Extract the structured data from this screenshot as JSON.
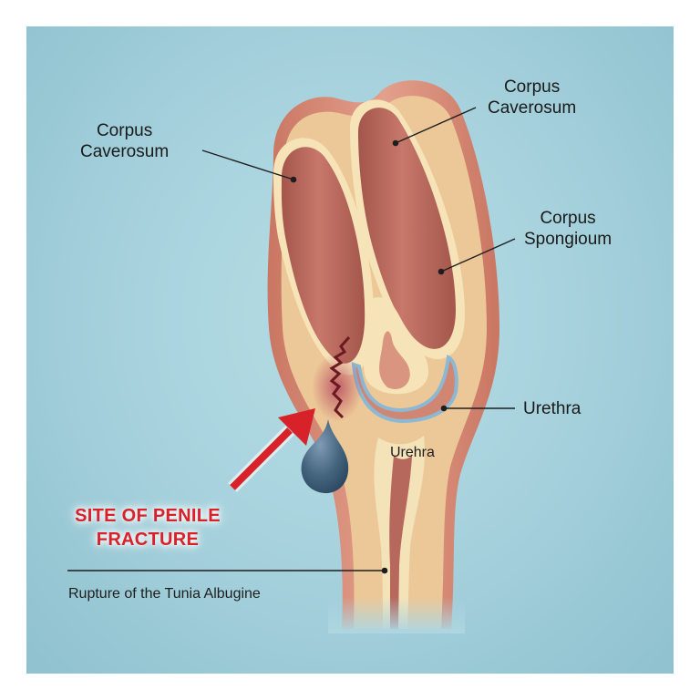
{
  "diagram": {
    "subject": "Penile fracture anatomy cross-section",
    "labels": {
      "corpus_caverosum_left": [
        "Corpus",
        "Caverosum"
      ],
      "corpus_caverosum_right": [
        "Corpus",
        "Caverosum"
      ],
      "corpus_spongioum": [
        "Corpus",
        "Spongioum"
      ],
      "urethra": "Urethra",
      "urehra_inner": "Urehra",
      "fracture_site": [
        "SITE OF PENILE",
        "FRACTURE"
      ],
      "rupture": "Rupture of the Tunia Albugine"
    },
    "icons": {
      "arrow": "red-arrow-icon",
      "hematoma": "hematoma-blob",
      "crack": "fracture-crack"
    },
    "colors": {
      "background": "#a8d3de",
      "skin": "#d98c78",
      "tissue": "#ecc898",
      "tunica": "#f6e4b8",
      "corpus": "#b8665a",
      "vessel_blue": "#8cb8d4",
      "hematoma": "#3f607c",
      "arrow_red": "#d8222a",
      "label_text": "#1a1a1a"
    }
  }
}
